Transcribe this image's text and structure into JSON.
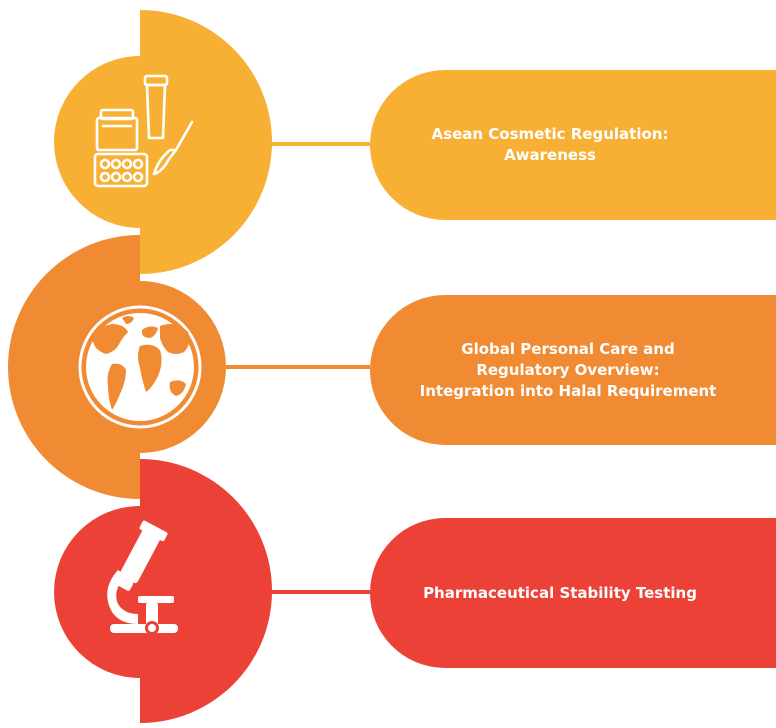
{
  "colors": {
    "yellow": "#F8B034",
    "orange": "#F08B33",
    "red": "#EC4137",
    "icon_stroke": "#ffffff"
  },
  "steps": [
    {
      "title": "Asean Cosmetic Regulation:\nAwareness",
      "color": "#F8B034",
      "icon": "cosmetics-icon"
    },
    {
      "title": "Global Personal Care and\nRegulatory Overview:\nIntegration into Halal Requirement",
      "color": "#F08B33",
      "icon": "globe-icon"
    },
    {
      "title": "Pharmaceutical Stability Testing",
      "color": "#EC4137",
      "icon": "microscope-icon"
    }
  ]
}
